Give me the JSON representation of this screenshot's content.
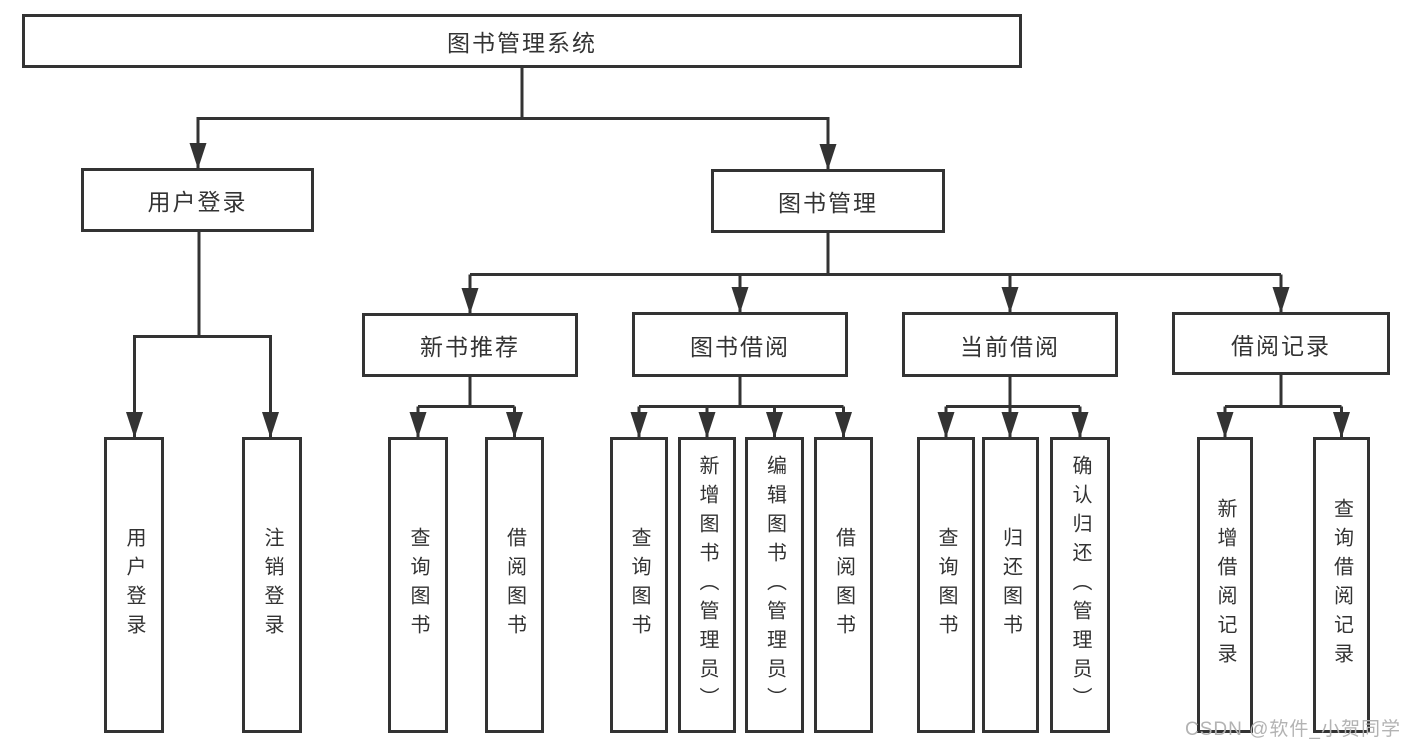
{
  "diagram": {
    "root_label": "图书管理系统",
    "branches": [
      {
        "label": "用户登录",
        "children": [
          "用户登录",
          "注销登录"
        ]
      },
      {
        "label": "图书管理",
        "sections": [
          {
            "label": "新书推荐",
            "children": [
              "查询图书",
              "借阅图书"
            ]
          },
          {
            "label": "图书借阅",
            "children": [
              "查询图书",
              "新增图书（管理员）",
              "编辑图书（管理员）",
              "借阅图书"
            ]
          },
          {
            "label": "当前借阅",
            "children": [
              "查询图书",
              "归还图书",
              "确认归还（管理员）"
            ]
          },
          {
            "label": "借阅记录",
            "children": [
              "新增借阅记录",
              "查询借阅记录"
            ]
          }
        ]
      }
    ]
  },
  "watermark": "CSDN @软件_小贺同学",
  "colors": {
    "line": "#333333",
    "text": "#333333",
    "watermark": "#b3b3b3",
    "background": "#ffffff"
  }
}
